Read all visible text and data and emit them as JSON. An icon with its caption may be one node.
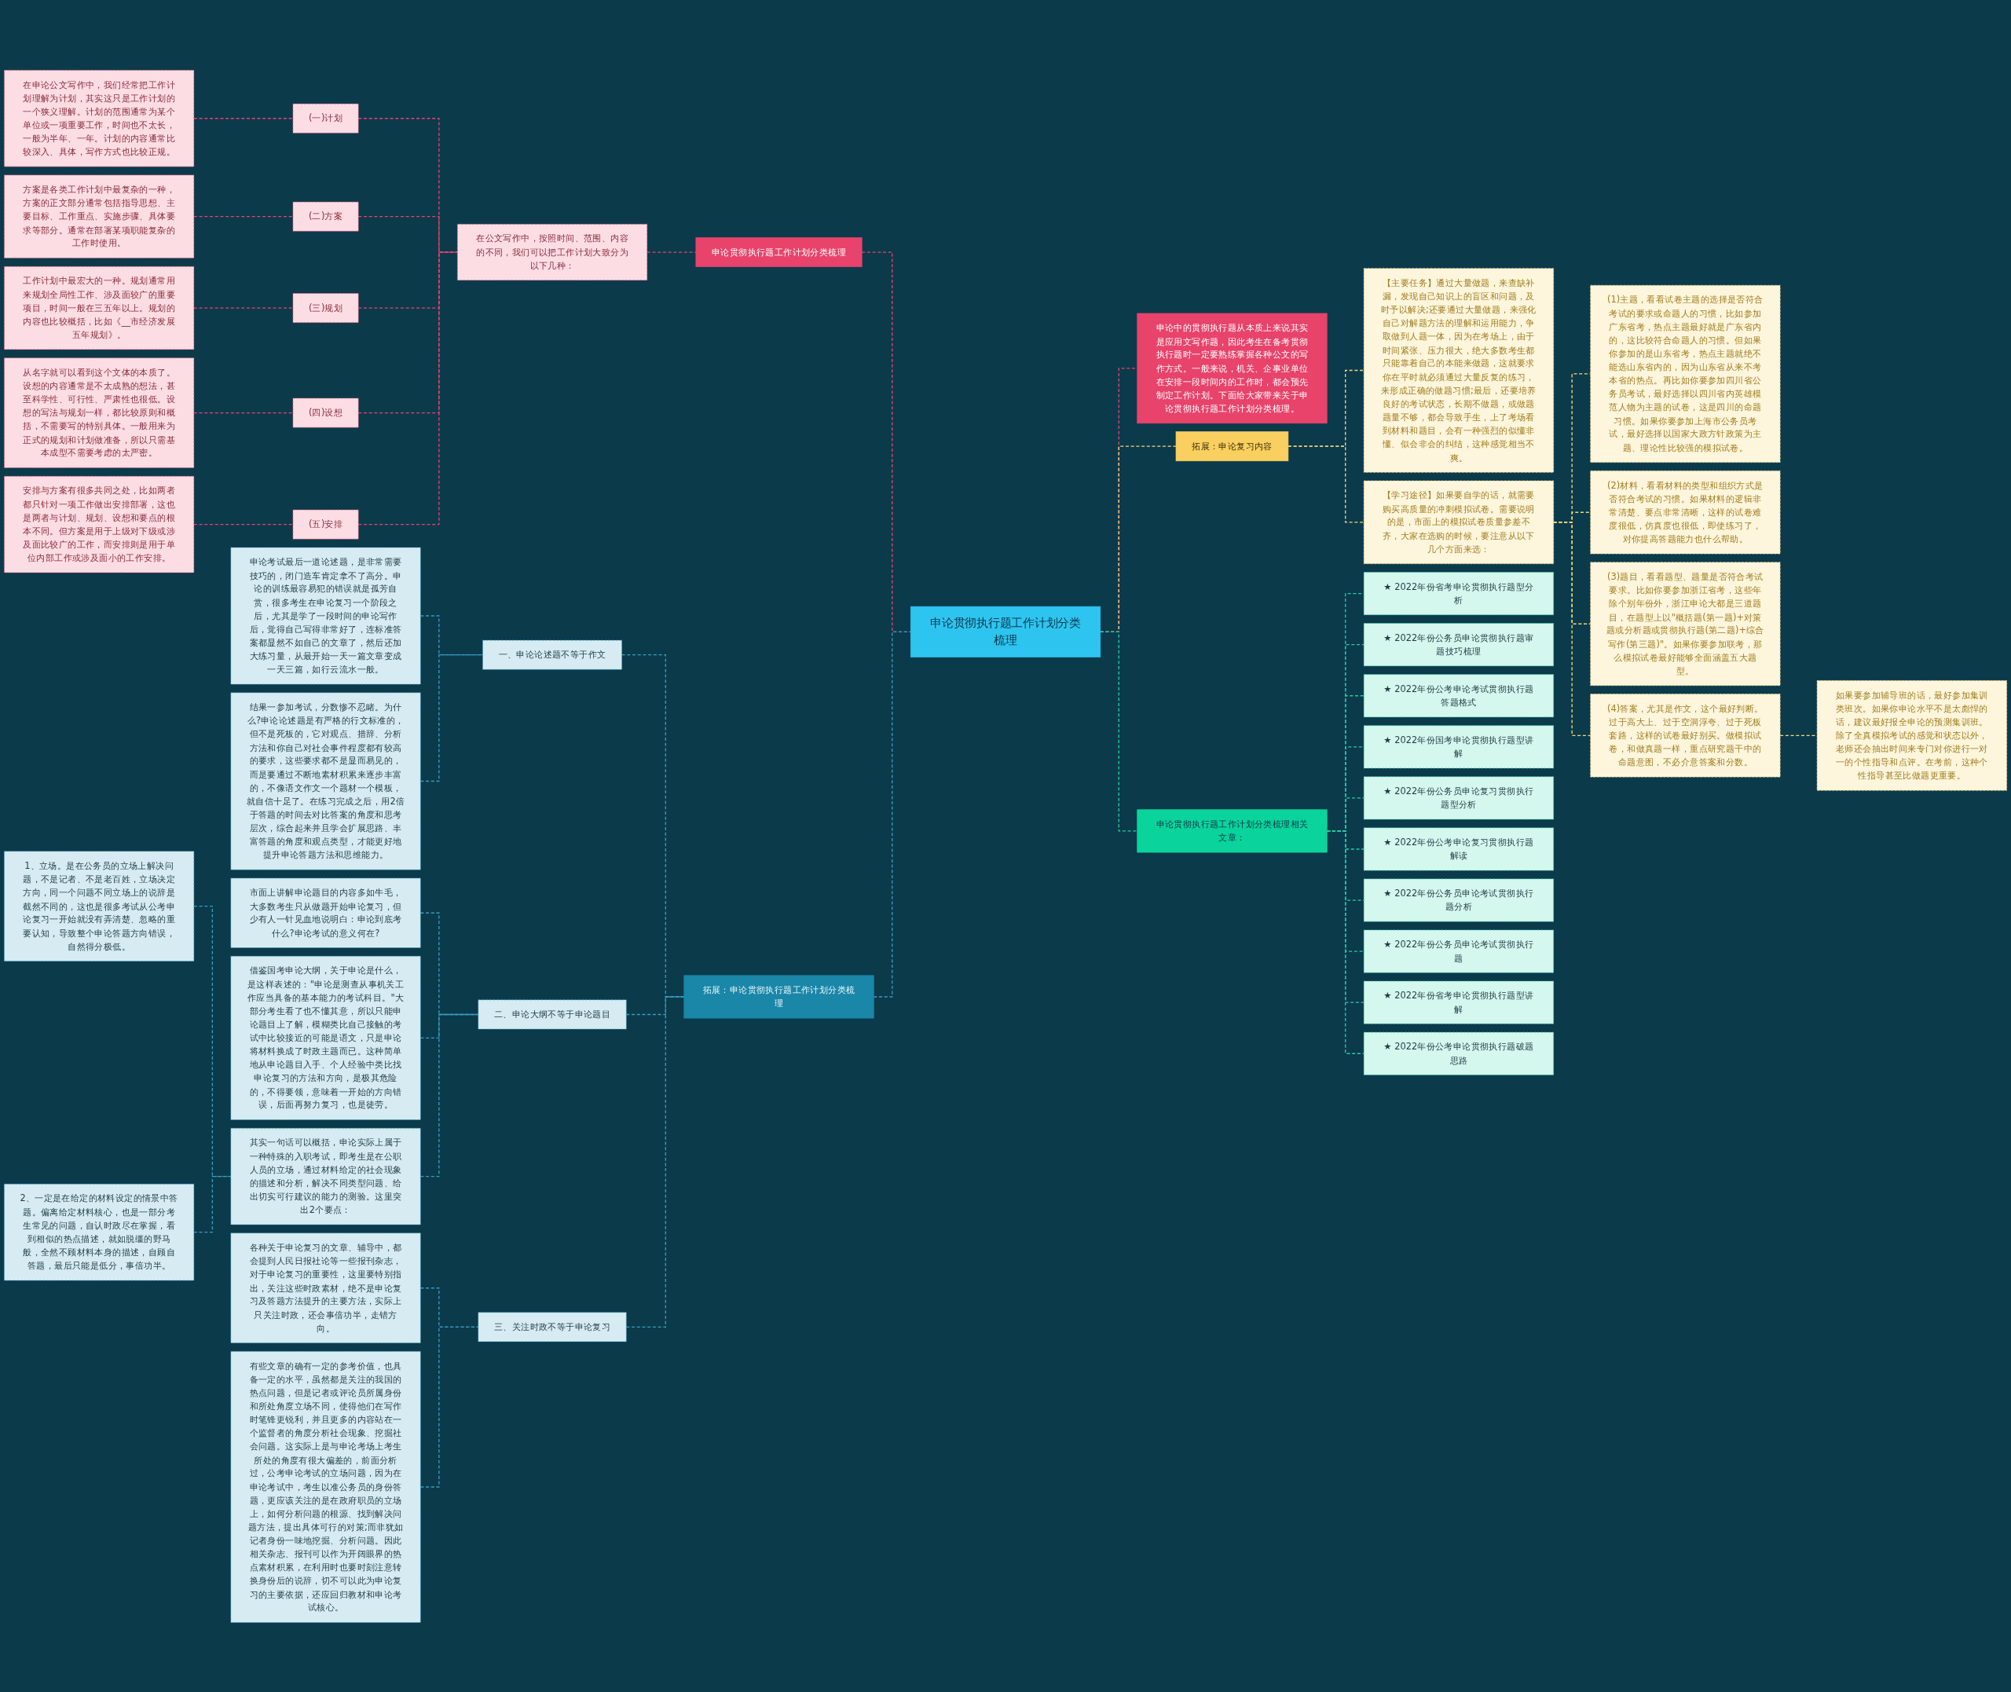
{
  "diagram": {
    "nodes": [
      {
        "text": [
          "申论贯彻执行题工作计划分类梳理"
        ]
      },
      {
        "text": [
          "申论贯彻执行题工作计划分类梳理"
        ]
      },
      {
        "text": [
          "在公文写作中，按照时间、范围、内容的不同，我们可以把工作计划大致分为以下几种："
        ]
      },
      {
        "text": [
          "(一)计划"
        ]
      },
      {
        "text": [
          "在申论公文写作中，我们经常把工作计划理解为计划，其实这只是工作计划的一个狭义理解。计划的范围通常为某个单位或一项重要工作，时间也不太长，一般为半年、一年。计划的内容通常比较深入、具体，写作方式也比较正规。"
        ]
      },
      {
        "text": [
          "(二)方案"
        ]
      },
      {
        "text": [
          "方案是各类工作计划中最复杂的一种，方案的正文部分通常包括指导思想、主要目标、工作重点、实施步骤、具体要求等部分。通常在部署某项职能复杂的工作时使用。"
        ]
      },
      {
        "text": [
          "(三)规划"
        ]
      },
      {
        "text": [
          "工作计划中最宏大的一种。规划通常用来规划全局性工作、涉及面较广的重要项目，时间一般在三五年以上。规划的内容也比较概括，比如《__市经济发展五年规划》。"
        ]
      },
      {
        "text": [
          "(四)设想"
        ]
      },
      {
        "text": [
          "从名字就可以看到这个文体的本质了。设想的内容通常是不太成熟的想法，甚至科学性、可行性、严肃性也很低。设想的写法与规划一样，都比较原则和概括，不需要写的特别具体。一般用来为正式的规划和计划做准备，所以只需基本成型不需要考虑的太严密。"
        ]
      },
      {
        "text": [
          "(五)安排"
        ]
      },
      {
        "text": [
          "安排与方案有很多共同之处，比如两者都只针对一项工作做出安排部署，这也是两者与计划、规划、设想和要点的根本不同。但方案是用于上级对下级或涉及面比较广的工作，而安排则是用于单位内部工作或涉及面小的工作安排。"
        ]
      },
      {
        "text": [
          "拓展：申论贯彻执行题工作计划分类梳理"
        ]
      },
      {
        "text": [
          "一、申论论述题不等于作文"
        ]
      },
      {
        "text": [
          "申论考试最后一道论述题，是非常需要技巧的，闭门造车肯定拿不了高分。申论的训练最容易犯的错误就是孤芳自赏，很多考生在申论复习一个阶段之后，尤其是学了一段时间的申论写作后，觉得自己写得非常好了，连标准答案都显然不如自己的文章了，然后还加大练习量，从最开始一天一篇文章变成一天三篇，如行云流水一般。"
        ]
      },
      {
        "text": [
          "结果一参加考试，分数惨不忍睹。为什么?申论论述题是有严格的行文标准的，但不是死板的，它对观点、措辞、分析方法和你自己对社会事件程度都有较高的要求，这些要求都不是显而易见的，而是要通过不断地素材积累来逐步丰富的，不像语文作文一个题材一个模板，就自信十足了。在练习完成之后，用2倍于答题的时间去对比答案的角度和思考层次，综合起来并且学会扩展思路、丰富答题的角度和观点类型，才能更好地提升申论答题方法和思维能力。"
        ]
      },
      {
        "text": [
          "二、申论大纲不等于申论题目"
        ]
      },
      {
        "text": [
          "市面上讲解申论题目的内容多如牛毛，大多数考生只从做题开始申论复习，但少有人一针见血地说明白：申论到底考什么?申论考试的意义何在?"
        ]
      },
      {
        "text": [
          "借鉴国考申论大纲，关于申论是什么，是这样表述的：\"申论是测查从事机关工作应当具备的基本能力的考试科目。\"大部分考生看了也不懂其意，所以只能申论题目上了解，模糊类比自己接触的考试中比较接近的可能是语文，只是申论将材料换成了时政主题而已。这种简单地从申论题目入手、个人经验中类比找申论复习的方法和方向，是极其危险的，不得要领，意味着一开始的方向错误，后面再努力复习，也是徒劳。"
        ]
      },
      {
        "text": [
          "其实一句话可以概括，申论实际上属于一种特殊的入职考试，即考生是在公职人员的立场，通过材料给定的社会现象的描述和分析，解决不同类型问题、给出切实可行建议的能力的测验。这里突出2个要点："
        ]
      },
      {
        "text": [
          "1、立场。是在公务员的立场上解决问题，不是记者、不是老百姓，立场决定方向，同一个问题不同立场上的说辞是截然不同的，这也是很多考试从公考申论复习一开始就没有弄清楚、忽略的重要认知，导致整个申论答题方向错误，自然得分极低。"
        ]
      },
      {
        "text": [
          "2、一定是在给定的材料设定的情景中答题。偏离给定材料核心，也是一部分考生常见的问题，自认时政尽在掌握，看到相似的热点描述，就如脱缰的野马般，全然不顾材料本身的描述，自顾自答题，最后只能是低分，事倍功半。"
        ]
      },
      {
        "text": [
          "三、关注时政不等于申论复习"
        ]
      },
      {
        "text": [
          "各种关于申论复习的文章、辅导中，都会提到人民日报社论等一些报刊杂志，对于申论复习的重要性，这里要特别指出，关注这些时政素材，绝不是申论复习及答题方法提升的主要方法，实际上只关注时政，还会事倍功半，走错方向。"
        ]
      },
      {
        "text": [
          "有些文章的确有一定的参考价值，也具备一定的水平，虽然都是关注的我国的热点问题，但是记者或评论员所属身份和所处角度立场不同，使得他们在写作时笔锋更锐利，并且更多的内容站在一个监督者的角度分析社会现象、挖掘社会问题。这实际上是与申论考场上考生所处的角度有很大偏差的，前面分析过，公考申论考试的立场问题，因为在申论考试中，考生以准公务员的身份答题，更应该关注的是在政府职员的立场上，如何分析问题的根源、找到解决问题方法，提出具体可行的对策;而非犹如记者身份一味地挖掘、分析问题。因此相关杂志、报刊可以作为开阔眼界的热点素材积累，在利用时也要时刻注意转换身份后的说辞，切不可以此为申论复习的主要依据，还应回归教材和申论考试核心。"
        ]
      },
      {
        "text": [
          "申论中的贯彻执行题从本质上来说其实是应用文写作题，因此考生在备考贯彻执行题时一定要熟练掌握各种公文的写作方式。一般来说，机关、企事业单位在安排一段时间内的工作时，都会预先制定工作计划。下面给大家带来关于申论贯彻执行题工作计划分类梳理。"
        ]
      },
      {
        "text": [
          "拓展：申论复习内容"
        ]
      },
      {
        "text": [
          "【主要任务】通过大量做题，来查缺补漏，发现自己知识上的盲区和问题，及时予以解决;还要通过大量做题，来强化自己对解题方法的理解和运用能力，争取做到人题一体，因为在考场上，由于时间紧张、压力很大，绝大多数考生都只能靠着自己的本能来做题，这就要求你在平时就必须通过大量反复的练习，来形成正确的做题习惯;最后，还要培养良好的考试状态，长期不做题，或做题题量不够，都会导致手生，上了考场看到材料和题目，会有一种强烈的似懂非懂、似会非会的纠结，这种感觉相当不爽。"
        ]
      },
      {
        "text": [
          "【学习途径】如果要自学的话，就需要购买高质量的冲刺模拟试卷。需要说明的是，市面上的模拟试卷质量参差不齐，大家在选购的时候，要注意从以下几个方面来选："
        ]
      },
      {
        "text": [
          "(1)主题，看看试卷主题的选择是否符合考试的要求或命题人的习惯，比如参加广东省考，热点主题最好就是广东省内的，这比较符合命题人的习惯。但如果你参加的是山东省考，热点主题就绝不能选山东省内的，因为山东省从来不考本省的热点。再比如你要参加四川省公务员考试，最好选择以四川省内英雄模范人物为主题的试卷，这是四川的命题习惯。如果你要参加上海市公务员考试，最好选择以国家大政方针政策为主题、理论性比较强的模拟试卷。"
        ]
      },
      {
        "text": [
          "(2)材料，看看材料的类型和组织方式是否符合考试的习惯。如果材料的逻辑非常清楚、要点非常清晰，这样的试卷难度很低，仿真度也很低，即使练习了，对你提高答题能力也什么帮助。"
        ]
      },
      {
        "text": [
          "(3)题目，看看题型、题量是否符合考试要求。比如你要参加浙江省考，这些年除个别年份外，浙江申论大都是三道题目，在题型上以\"概括题(第一题)+对策题或分析题或贯彻执行题(第二题)+综合写作(第三题)\"。如果你要参加联考，那么模拟试卷最好能够全面涵盖五大题型。"
        ]
      },
      {
        "text": [
          "(4)答案，尤其是作文，这个最好判断。过于高大上、过于空洞浮夸、过于死板套路，这样的试卷最好别买。做模拟试卷，和做真题一样，重点研究题干中的命题意图，不必介意答案和分数。"
        ]
      },
      {
        "text": [
          "如果要参加辅导班的话，最好参加集训类班次。如果你申论水平不是太彪悍的话，建议最好报全申论的预测集训班。除了全真模拟考试的感觉和状态以外，老师还会抽出时间来专门对你进行一对一的个性指导和点评。在考前，这种个性指导甚至比做题更重要。"
        ]
      },
      {
        "text": [
          "申论贯彻执行题工作计划分类梳理相关文章："
        ]
      },
      {
        "text": [
          "★ 2022年份省考申论贯彻执行题型分析"
        ]
      },
      {
        "text": [
          "★ 2022年份公务员申论贯彻执行题审题技巧梳理"
        ]
      },
      {
        "text": [
          "★ 2022年份公考申论考试贯彻执行题答题格式"
        ]
      },
      {
        "text": [
          "★ 2022年份国考申论贯彻执行题型讲解"
        ]
      },
      {
        "text": [
          "★ 2022年份公务员申论复习贯彻执行题型分析"
        ]
      },
      {
        "text": [
          "★ 2022年份公考申论复习贯彻执行题解读"
        ]
      },
      {
        "text": [
          "★ 2022年份公务员申论考试贯彻执行题分析"
        ]
      },
      {
        "text": [
          "★ 2022年份公务员申论考试贯彻执行题"
        ]
      },
      {
        "text": [
          "★ 2022年份省考申论贯彻执行题型讲解"
        ]
      },
      {
        "text": [
          "★ 2022年份公考申论贯彻执行题破题思路"
        ]
      }
    ],
    "edges": [
      {
        "from": 1,
        "to": 0,
        "arrow": "none",
        "style": "dashed",
        "color": "#e8436b"
      },
      {
        "from": 2,
        "to": 1,
        "arrow": "none",
        "style": "dashed",
        "color": "#e8436b"
      },
      {
        "from": 3,
        "to": 2,
        "arrow": "none",
        "style": "dashed",
        "color": "#e8436b"
      },
      {
        "from": 4,
        "to": 3,
        "arrow": "none",
        "style": "dashed",
        "color": "#e8436b"
      },
      {
        "from": 5,
        "to": 2,
        "arrow": "none",
        "style": "dashed",
        "color": "#e8436b"
      },
      {
        "from": 6,
        "to": 5,
        "arrow": "none",
        "style": "dashed",
        "color": "#e8436b"
      },
      {
        "from": 7,
        "to": 2,
        "arrow": "none",
        "style": "dashed",
        "color": "#e8436b"
      },
      {
        "from": 8,
        "to": 7,
        "arrow": "none",
        "style": "dashed",
        "color": "#e8436b"
      },
      {
        "from": 9,
        "to": 2,
        "arrow": "none",
        "style": "dashed",
        "color": "#e8436b"
      },
      {
        "from": 10,
        "to": 9,
        "arrow": "none",
        "style": "dashed",
        "color": "#e8436b"
      },
      {
        "from": 11,
        "to": 2,
        "arrow": "none",
        "style": "dashed",
        "color": "#e8436b"
      },
      {
        "from": 12,
        "to": 11,
        "arrow": "none",
        "style": "dashed",
        "color": "#e8436b"
      },
      {
        "from": 13,
        "to": 0,
        "arrow": "none",
        "style": "dashed",
        "color": "#3a9cc0"
      },
      {
        "from": 14,
        "to": 13,
        "arrow": "none",
        "style": "dashed",
        "color": "#3a9cc0"
      },
      {
        "from": 15,
        "to": 14,
        "arrow": "none",
        "style": "dashed",
        "color": "#3a9cc0"
      },
      {
        "from": 16,
        "to": 14,
        "arrow": "none",
        "style": "dashed",
        "color": "#3a9cc0"
      },
      {
        "from": 17,
        "to": 13,
        "arrow": "none",
        "style": "dashed",
        "color": "#3a9cc0"
      },
      {
        "from": 18,
        "to": 17,
        "arrow": "none",
        "style": "dashed",
        "color": "#3a9cc0"
      },
      {
        "from": 19,
        "to": 17,
        "arrow": "none",
        "style": "dashed",
        "color": "#3a9cc0"
      },
      {
        "from": 20,
        "to": 17,
        "arrow": "none",
        "style": "dashed",
        "color": "#3a9cc0"
      },
      {
        "from": 21,
        "to": 20,
        "arrow": "none",
        "style": "dashed",
        "color": "#3a9cc0"
      },
      {
        "from": 22,
        "to": 20,
        "arrow": "none",
        "style": "dashed",
        "color": "#3a9cc0"
      },
      {
        "from": 23,
        "to": 13,
        "arrow": "none",
        "style": "dashed",
        "color": "#3a9cc0"
      },
      {
        "from": 24,
        "to": 23,
        "arrow": "none",
        "style": "dashed",
        "color": "#3a9cc0"
      },
      {
        "from": 25,
        "to": 23,
        "arrow": "none",
        "style": "dashed",
        "color": "#3a9cc0"
      },
      {
        "from": 0,
        "to": 26,
        "arrow": "none",
        "style": "dashed",
        "color": "#e8436b"
      },
      {
        "from": 0,
        "to": 27,
        "arrow": "none",
        "style": "dashed",
        "color": "#f5d77a"
      },
      {
        "from": 27,
        "to": 28,
        "arrow": "none",
        "style": "dashed",
        "color": "#f5d77a"
      },
      {
        "from": 27,
        "to": 29,
        "arrow": "none",
        "style": "dashed",
        "color": "#f5d77a"
      },
      {
        "from": 29,
        "to": 30,
        "arrow": "none",
        "style": "dashed",
        "color": "#f5d77a"
      },
      {
        "from": 29,
        "to": 31,
        "arrow": "none",
        "style": "dashed",
        "color": "#f5d77a"
      },
      {
        "from": 29,
        "to": 32,
        "arrow": "none",
        "style": "dashed",
        "color": "#f5d77a"
      },
      {
        "from": 29,
        "to": 33,
        "arrow": "none",
        "style": "dashed",
        "color": "#f5d77a"
      },
      {
        "from": 33,
        "to": 34,
        "arrow": "none",
        "style": "dashed",
        "color": "#f5d77a"
      },
      {
        "from": 0,
        "to": 35,
        "arrow": "none",
        "style": "dashed",
        "color": "#1fd0a0"
      },
      {
        "from": 35,
        "to": 36,
        "arrow": "none",
        "style": "dashed",
        "color": "#1fd0a0"
      },
      {
        "from": 35,
        "to": 37,
        "arrow": "none",
        "style": "dashed",
        "color": "#1fd0a0"
      },
      {
        "from": 35,
        "to": 38,
        "arrow": "none",
        "style": "dashed",
        "color": "#1fd0a0"
      },
      {
        "from": 35,
        "to": 39,
        "arrow": "none",
        "style": "dashed",
        "color": "#1fd0a0"
      },
      {
        "from": 35,
        "to": 40,
        "arrow": "none",
        "style": "dashed",
        "color": "#1fd0a0"
      },
      {
        "from": 35,
        "to": 41,
        "arrow": "none",
        "style": "dashed",
        "color": "#1fd0a0"
      },
      {
        "from": 35,
        "to": 42,
        "arrow": "none",
        "style": "dashed",
        "color": "#1fd0a0"
      },
      {
        "from": 35,
        "to": 43,
        "arrow": "none",
        "style": "dashed",
        "color": "#1fd0a0"
      },
      {
        "from": 35,
        "to": 44,
        "arrow": "none",
        "style": "dashed",
        "color": "#1fd0a0"
      },
      {
        "from": 35,
        "to": 45,
        "arrow": "none",
        "style": "dashed",
        "color": "#1fd0a0"
      }
    ]
  }
}
